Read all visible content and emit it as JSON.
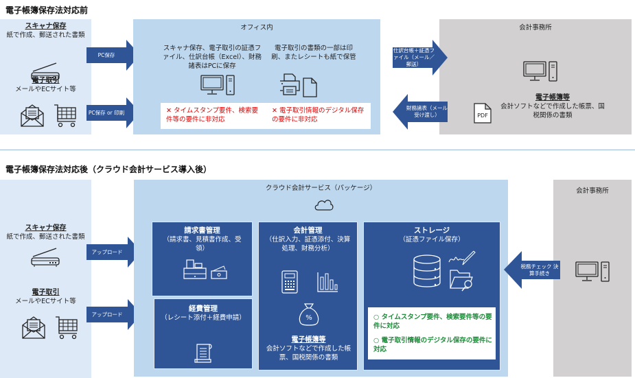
{
  "before": {
    "title": "電子帳簿保存法対応前",
    "sources": {
      "scanner": {
        "heading": "スキャナ保存",
        "desc": "紙で作成、郵送された書類"
      },
      "ecommerce": {
        "heading": "電子取引",
        "desc": "メールやECサイト等"
      }
    },
    "arrows": {
      "pc_save": "PC保存",
      "pc_save_or_print": "PC保存 or 印刷",
      "ledger_to_accountant": "仕訳台帳＋証憑ファイル（メール／郵送）",
      "statements_back": "財務諸表（メール受け渡し）"
    },
    "office": {
      "title": "オフィス内",
      "left_text": "スキャナ保存、電子取引の証憑ファイル、仕訳台帳（Excel）、財務諸表はPCに保存",
      "right_text": "電子取引の書類の一部は印刷、またレシートも紙で保管",
      "issue_left": "✕ タイムスタンプ要件、検索要件等の要件に非対応",
      "issue_right": "✕ 電子取引情報のデジタル保存の要件に非対応"
    },
    "accountant": {
      "title": "会計事務所",
      "heading": "電子帳簿等",
      "desc": "会計ソフトなどで作成した帳票、国税関係の書類",
      "pdf_label": "PDF"
    }
  },
  "after": {
    "title": "電子帳簿保存法対応後（クラウド会計サービス導入後）",
    "sources": {
      "scanner": {
        "heading": "スキャナ保存",
        "desc": "紙で作成、郵送された書類"
      },
      "ecommerce": {
        "heading": "電子取引",
        "desc": "メールやECサイト等"
      }
    },
    "arrows": {
      "upload_1": "アップロード",
      "upload_2": "アップロード",
      "tax_check": "税務チェック 決算手続き"
    },
    "cloud": {
      "title": "クラウド会計サービス（パッケージ）",
      "invoice": {
        "heading": "請求書管理",
        "desc": "（請求書、見積書作成、受領）"
      },
      "expense": {
        "heading": "経費管理",
        "desc": "（レシート添付＋経費申請）"
      },
      "accounting": {
        "heading": "会計管理",
        "desc": "（仕訳入力、証憑添付、決算処理、財務分析）",
        "sub_heading": "電子帳簿等",
        "sub_desc": "会計ソフトなどで作成した帳票、国税関係の書類"
      },
      "storage": {
        "heading": "ストレージ",
        "desc": "（証憑ファイル保存）",
        "ok_1": "○ タイムスタンプ要件、検索要件等の要件に対応",
        "ok_2": "○ 電子取引情報のデジタル保存の要件に対応"
      }
    },
    "accountant": {
      "title": "会計事務所"
    }
  },
  "colors": {
    "arrow": "#2f5597",
    "panel_light": "#dde9f6",
    "panel_office": "#bdd7ee",
    "panel_gray": "#d2d0d1",
    "error": "#e00000",
    "ok": "#1f8a3a"
  }
}
